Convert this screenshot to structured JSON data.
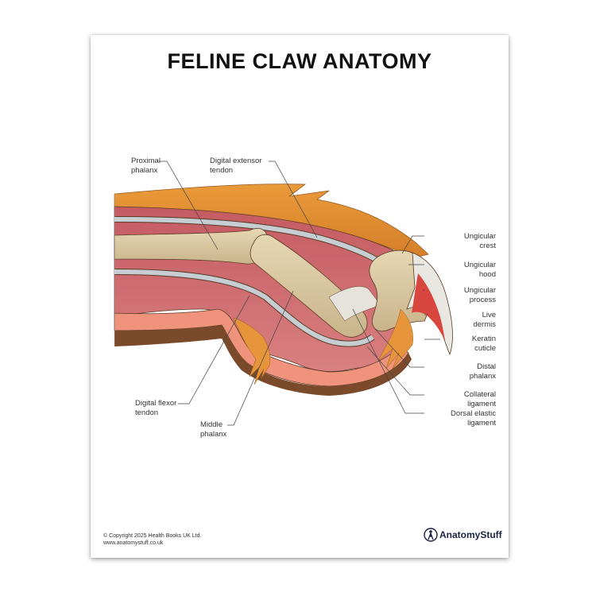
{
  "poster": {
    "title": "FELINE CLAW ANATOMY",
    "labels": {
      "proximal_phalanx": [
        "Proximal",
        "phalanx"
      ],
      "digital_extensor_tendon": [
        "Digital extensor",
        "tendon"
      ],
      "ungicular_crest": [
        "Ungicular",
        "crest"
      ],
      "ungicular_hood": [
        "Ungicular",
        "hood"
      ],
      "ungicular_process": [
        "Ungicular",
        "process"
      ],
      "live_dermis": [
        "Live",
        "dermis"
      ],
      "keratin_cuticle": [
        "Keratin",
        "cuticle"
      ],
      "distal_phalanx": [
        "Distal",
        "phalanx"
      ],
      "collateral_ligament": [
        "Collateral",
        "ligament"
      ],
      "dorsal_elastic_ligament": [
        "Dorsal elastic",
        "ligament"
      ],
      "digital_flexor_tendon": [
        "Digital flexor",
        "tendon"
      ],
      "middle_phalanx": [
        "Middle",
        "phalanx"
      ]
    },
    "footer": {
      "copyright": "© Copyright 2025 Health Books UK Ltd.",
      "website": "www.anatomystuff.co.uk",
      "brand": "AnatomyStuff",
      "brand_icon": "anatomy-figure-icon"
    },
    "colors": {
      "fur": "#e08a2e",
      "skin": "#f2a08a",
      "muscle": "#c9646a",
      "bone": "#d9c7a0",
      "tendon": "#c6ced3",
      "claw": "#e9e7e2",
      "dermis": "#d9453f",
      "outline": "#5a3a25",
      "pad_base": "#7a4a2a",
      "brand_text": "#1d2240"
    }
  }
}
